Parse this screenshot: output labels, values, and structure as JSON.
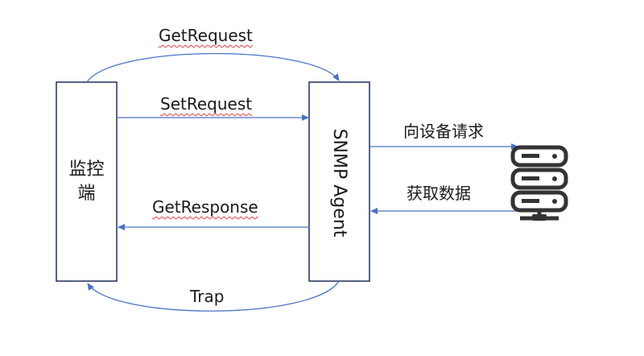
{
  "nodes": {
    "monitor": {
      "label_line1": "监控",
      "label_line2": "端"
    },
    "agent": {
      "label": "SNMP Agent"
    }
  },
  "edges": {
    "get_request": "GetRequest",
    "set_request": "SetRequest",
    "get_response": "GetResponse",
    "trap": "Trap",
    "request_device": "向设备请求",
    "fetch_data": "获取数据"
  },
  "icons": {
    "device": "server-rack-icon"
  },
  "colors": {
    "border": "#1f2d5c",
    "arrow": "#4a72c4",
    "squiggle": "#e04040",
    "server": "#333333"
  }
}
